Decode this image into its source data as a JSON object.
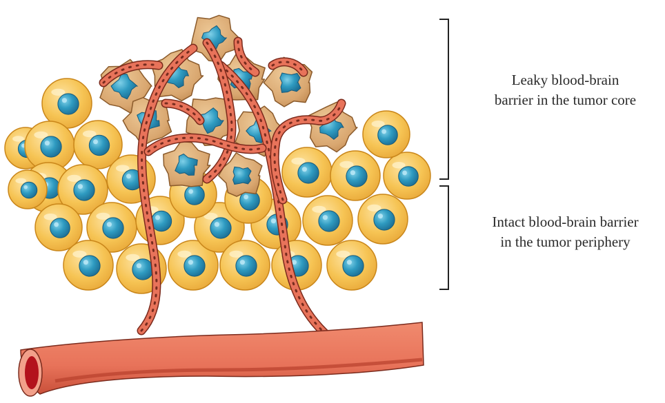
{
  "labels": {
    "core_line1": "Leaky blood-brain",
    "core_line2": "barrier in the tumor core",
    "periphery_line1": "Intact blood-brain barrier",
    "periphery_line2": "in the tumor periphery"
  },
  "colors": {
    "normal_cell_fill": "#f6c454",
    "normal_cell_stroke": "#c9861a",
    "nucleus_fill": "#2f9bc1",
    "tumor_cell_fill": "#d9a770",
    "tumor_cell_stroke": "#8a5a2b",
    "vessel_fill": "#e8735a",
    "vessel_stroke": "#7a2a1c",
    "vessel_lumen": "#b3121c",
    "bracket": "#222222"
  }
}
